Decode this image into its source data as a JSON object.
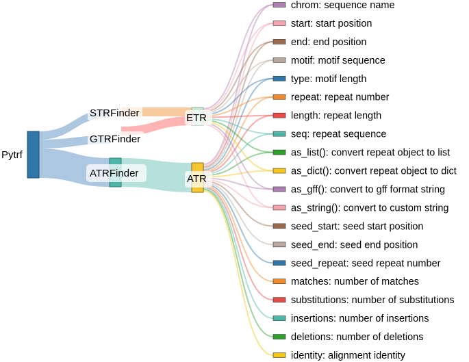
{
  "nodes": {
    "pytrf": {
      "label": "Pytrf",
      "color": "#2e77a8"
    },
    "strfinder": {
      "label": "STRFinder"
    },
    "gtrfinder": {
      "label": "GTRFinder"
    },
    "atrfinder": {
      "label": "ATRFinder",
      "color": "#4db6a8"
    },
    "etr": {
      "label": "ETR",
      "color": "#c9e6d2"
    },
    "atr": {
      "label": "ATR",
      "color": "#f6c735"
    }
  },
  "flow_colors": {
    "pytrf_strfinder": "#a9c4df",
    "pytrf_gtrfinder": "#a9c4df",
    "pytrf_atrfinder": "#a9c4df",
    "strfinder_etr": "#f8c89a",
    "gtrfinder_etr": "#ffb0b0",
    "atrfinder_atr": "#a9dcd4"
  },
  "attributes": [
    {
      "label": "chrom: sequence name",
      "color": "#b07fb2"
    },
    {
      "label": "start: start position",
      "color": "#f5a3ad"
    },
    {
      "label": "end: end position",
      "color": "#9c6b4f"
    },
    {
      "label": "motif: motif sequence",
      "color": "#b8a8a0"
    },
    {
      "label": "type: motif length",
      "color": "#2e77a8"
    },
    {
      "label": "repeat: repeat number",
      "color": "#f28a2c"
    },
    {
      "label": "length: repeat length",
      "color": "#e84a4a"
    },
    {
      "label": "seq: repeat sequence",
      "color": "#4db6a8"
    },
    {
      "label": "as_list(): convert repeat object to list",
      "color": "#2ba02b"
    },
    {
      "label": "as_dict(): convert repeat object to dict",
      "color": "#f5c518"
    },
    {
      "label": "as_gff(): convert to gff format string",
      "color": "#b07fb2"
    },
    {
      "label": "as_string(): convert to custom string",
      "color": "#f5a3ad"
    },
    {
      "label": "seed_start: seed start position",
      "color": "#9c6b4f"
    },
    {
      "label": "seed_end: seed end position",
      "color": "#b8a8a0"
    },
    {
      "label": "seed_repeat: seed repeat number",
      "color": "#2e77a8"
    },
    {
      "label": "matches: number of matches",
      "color": "#f28a2c"
    },
    {
      "label": "substitutions: number of substitutions",
      "color": "#e84a4a"
    },
    {
      "label": "insertions: number of insertions",
      "color": "#4db6a8"
    },
    {
      "label": "deletions: number of deletions",
      "color": "#2ba02b"
    },
    {
      "label": "identity: alignment identity",
      "color": "#f5c518"
    }
  ],
  "etr_attribute_count": 12
}
